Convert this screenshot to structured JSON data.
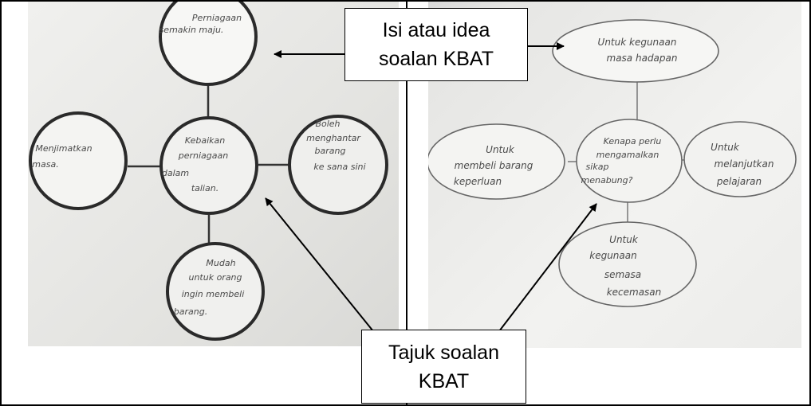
{
  "callouts": {
    "top": {
      "line1": "Isi atau idea",
      "line2": "soalan KBAT"
    },
    "bottom": {
      "line1": "Tajuk soalan",
      "line2": "KBAT"
    }
  },
  "left_map": {
    "center": [
      "Kebaikan",
      "perniagaan",
      "dalam",
      "talian."
    ],
    "top": [
      "Perniagaan",
      "semakin maju."
    ],
    "left": [
      "Menjimatkan",
      "masa."
    ],
    "right": [
      "Boleh",
      "menghantar",
      "barang",
      "ke sana sini"
    ],
    "bottom": [
      "Mudah",
      "untuk orang",
      "ingin membeli",
      "barang."
    ]
  },
  "right_map": {
    "center": [
      "Kenapa perlu",
      "mengamalkan",
      "sikap",
      "menabung?"
    ],
    "top": [
      "Untuk kegunaan",
      "masa hadapan"
    ],
    "left": [
      "Untuk",
      "membeli barang",
      "keperluan"
    ],
    "right": [
      "Untuk",
      "melanjutkan",
      "pelajaran"
    ],
    "bottom": [
      "Untuk",
      "kegunaan",
      "semasa",
      "kecemasan"
    ]
  },
  "colors": {
    "ink": "#000000",
    "pencil": "#4a4a4a",
    "paper": "#ececea"
  }
}
